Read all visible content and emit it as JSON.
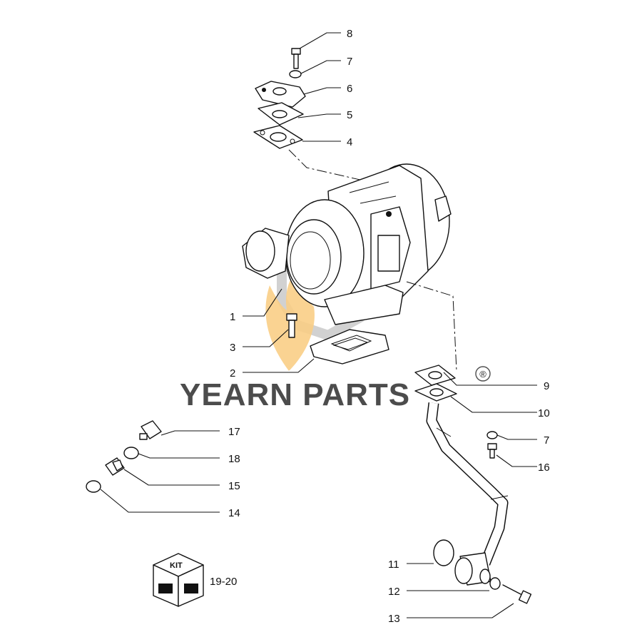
{
  "callouts": [
    {
      "id": "c8",
      "label": "8"
    },
    {
      "id": "c7a",
      "label": "7"
    },
    {
      "id": "c6",
      "label": "6"
    },
    {
      "id": "c5",
      "label": "5"
    },
    {
      "id": "c4",
      "label": "4"
    },
    {
      "id": "c1",
      "label": "1"
    },
    {
      "id": "c3",
      "label": "3"
    },
    {
      "id": "c2",
      "label": "2"
    },
    {
      "id": "c9",
      "label": "9"
    },
    {
      "id": "c10",
      "label": "10"
    },
    {
      "id": "c7b",
      "label": "7"
    },
    {
      "id": "c16",
      "label": "16"
    },
    {
      "id": "c17",
      "label": "17"
    },
    {
      "id": "c18",
      "label": "18"
    },
    {
      "id": "c15",
      "label": "15"
    },
    {
      "id": "c14",
      "label": "14"
    },
    {
      "id": "c11",
      "label": "11"
    },
    {
      "id": "c12",
      "label": "12"
    },
    {
      "id": "c13",
      "label": "13"
    }
  ],
  "kit": {
    "box_label": "KIT",
    "reference": "19-20"
  },
  "watermark": {
    "text": "YEARN PARTS",
    "registered_mark": "®",
    "accent_color": "#f5a623"
  }
}
